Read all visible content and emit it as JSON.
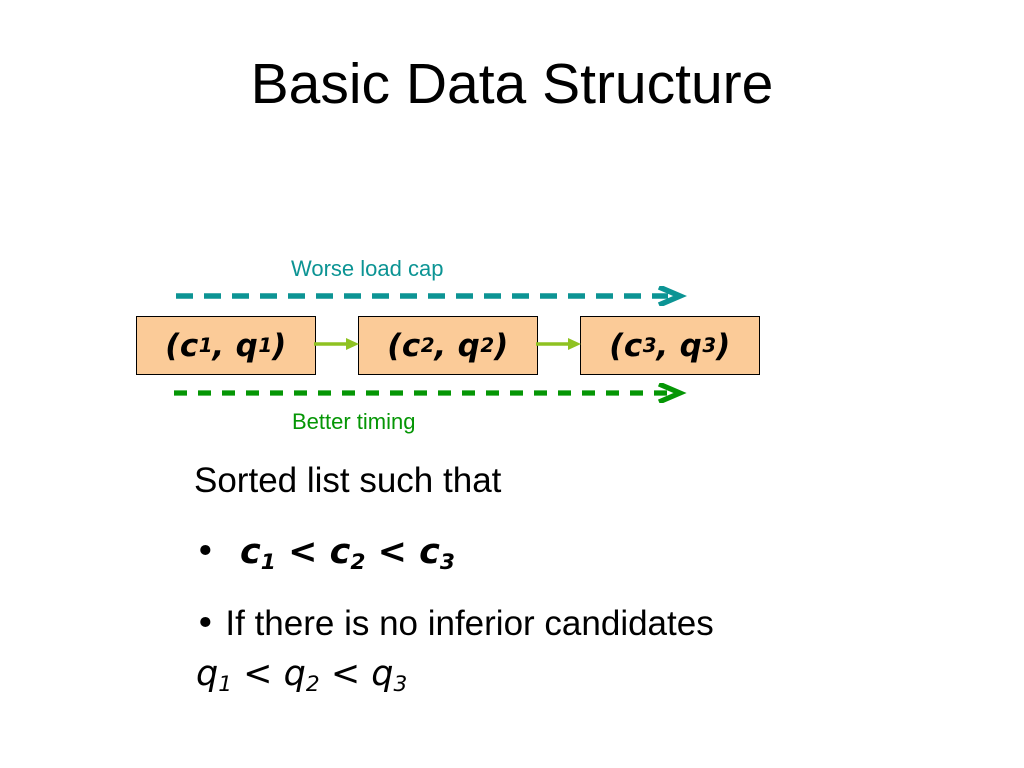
{
  "slide": {
    "title": "Basic Data Structure",
    "background_color": "#ffffff"
  },
  "diagram": {
    "top_caption": {
      "text": "Worse load cap",
      "color": "#0c9494",
      "arrow_style": "dashed-right"
    },
    "bottom_caption": {
      "text": "Better timing",
      "color": "#059605",
      "arrow_style": "dashed-right"
    },
    "node_fill_color": "#fbcb98",
    "node_border_color": "#000000",
    "link_arrow_color": "#8fc221",
    "nodes": [
      {
        "open": "(",
        "c": "c",
        "c_sub": "1",
        "comma": ",",
        "q": "q",
        "q_sub": "1",
        "close": ")"
      },
      {
        "open": "(",
        "c": "c",
        "c_sub": "2",
        "comma": ",",
        "q": "q",
        "q_sub": "2",
        "close": ")"
      },
      {
        "open": "(",
        "c": "c",
        "c_sub": "3",
        "comma": ",",
        "q": "q",
        "q_sub": "3",
        "close": ")"
      }
    ]
  },
  "body": {
    "intro": "Sorted list such that",
    "bullets": [
      {
        "marker": "•",
        "parts": [
          {
            "text": "c",
            "sub": "1"
          },
          {
            "op": "<"
          },
          {
            "text": "c",
            "sub": "2"
          },
          {
            "op": "<"
          },
          {
            "text": "c",
            "sub": "3"
          }
        ],
        "plain": "c1 < c2 < c3"
      },
      {
        "marker": "•",
        "text": "If there is no inferior candidates",
        "continuation_parts": [
          {
            "text": "q",
            "sub": "1"
          },
          {
            "op": "<"
          },
          {
            "text": "q",
            "sub": "2"
          },
          {
            "op": "<"
          },
          {
            "text": "q",
            "sub": "3"
          }
        ],
        "continuation_plain": "q1 < q2 < q3"
      }
    ]
  }
}
